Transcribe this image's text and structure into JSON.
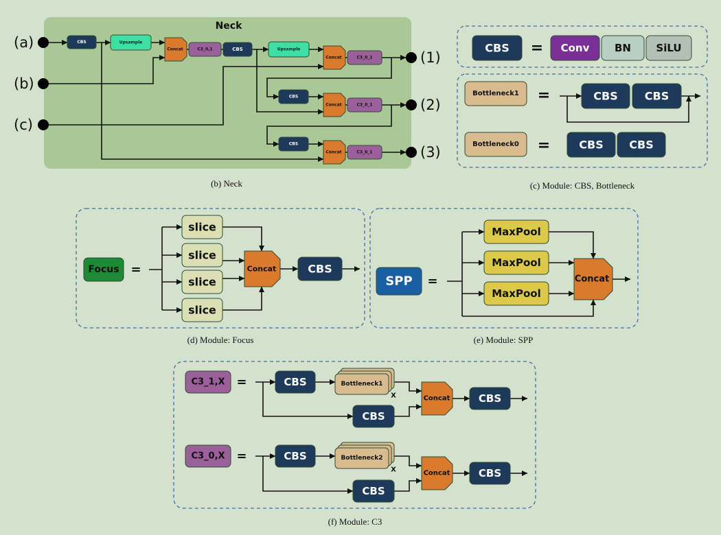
{
  "colors": {
    "background": "#d4e2cd",
    "neck_panel": "#a9c896",
    "cbs": "#1e3a5a",
    "upsample": "#3fdfa3",
    "concat": "#d97a2c",
    "c3": "#9b5f9a",
    "conv": "#7a2f96",
    "bn": "#b9cfc4",
    "silu": "#b3c0b6",
    "bottleneck": "#d8bb8e",
    "focus": "#1f8a35",
    "slice": "#dbe0b4",
    "spp": "#1a5ea3",
    "maxpool": "#dcc94a",
    "dashed_border": "#3e6fa3"
  },
  "neck": {
    "title": "Neck",
    "caption": "(b) Neck",
    "inputs": [
      "(a)",
      "(b)",
      "(c)"
    ],
    "outputs": [
      "(1)",
      "(2)",
      "(3)"
    ],
    "cbs": "CBS",
    "upsample": "Upsample",
    "concat": "Concat",
    "c3_0_1": "C3_0,1",
    "c3_0_1_alt": "C3_0_1"
  },
  "module_cbs_bottleneck": {
    "caption": "(c) Module: CBS, Bottleneck",
    "cbs": "CBS",
    "equals": "=",
    "conv": "Conv",
    "bn": "BN",
    "silu": "SiLU",
    "bottleneck1": "Bottleneck1",
    "bottleneck0": "Bottleneck0"
  },
  "module_focus": {
    "caption": "(d) Module: Focus",
    "focus": "Focus",
    "equals": "=",
    "slice": "slice",
    "concat": "Concat",
    "cbs": "CBS"
  },
  "module_spp": {
    "caption": "(e) Module: SPP",
    "spp": "SPP",
    "equals": "=",
    "maxpool": "MaxPool",
    "concat": "Concat"
  },
  "module_c3": {
    "caption": "(f) Module: C3",
    "c3_1x": "C3_1,X",
    "c3_0x": "C3_0,X",
    "equals": "=",
    "cbs": "CBS",
    "bottleneck1": "Bottleneck1",
    "bottleneck2": "Bottleneck2",
    "repeat": "X",
    "concat": "Concat"
  }
}
